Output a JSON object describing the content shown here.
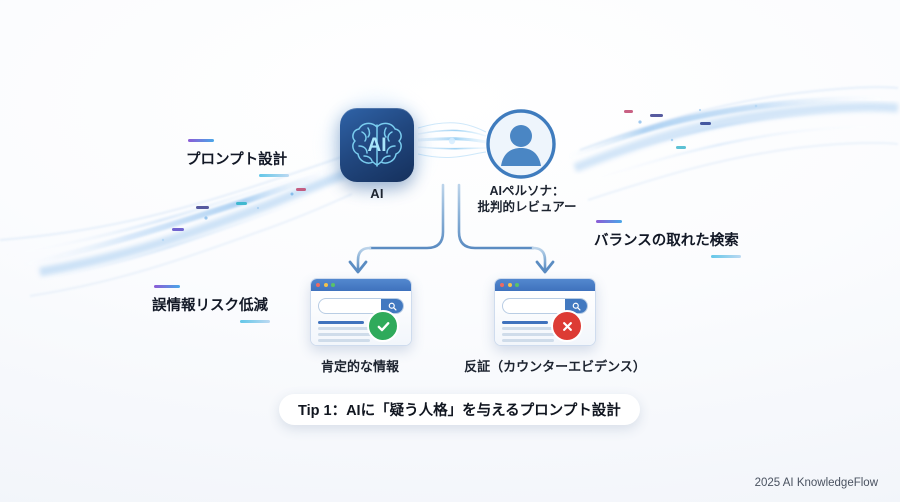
{
  "nodes": {
    "ai": {
      "icon": "ai-brain-icon",
      "glyph": "AI",
      "label": "AI"
    },
    "persona": {
      "icon": "user-avatar-icon",
      "label": "AIペルソナ：\n批判的レビュアー"
    }
  },
  "side_labels": {
    "prompt_design": "プロンプト設計",
    "risk_reduction": "誤情報リスク低減",
    "balanced_search": "バランスの取れた検索"
  },
  "cards": [
    {
      "id": "positive",
      "caption": "肯定的な情報",
      "badge": "check-icon",
      "badge_color": "#2faa5b"
    },
    {
      "id": "counter",
      "caption": "反証（カウンターエビデンス）",
      "badge": "cross-icon",
      "badge_color": "#dd3b34"
    }
  ],
  "tip": {
    "text": "Tip 1：AIに「疑う人格」を与えるプロンプト設計"
  },
  "footer": {
    "text": "2025 AI KnowledgeFlow"
  },
  "colors": {
    "accent_blue": "#4279c0",
    "icon_tile_dark": "#21477f",
    "brain_cyan": "#7fd4f5",
    "connector": "#6fa0d0",
    "success": "#2faa5b",
    "danger": "#dd3b34",
    "background": "#f5f7fb"
  }
}
